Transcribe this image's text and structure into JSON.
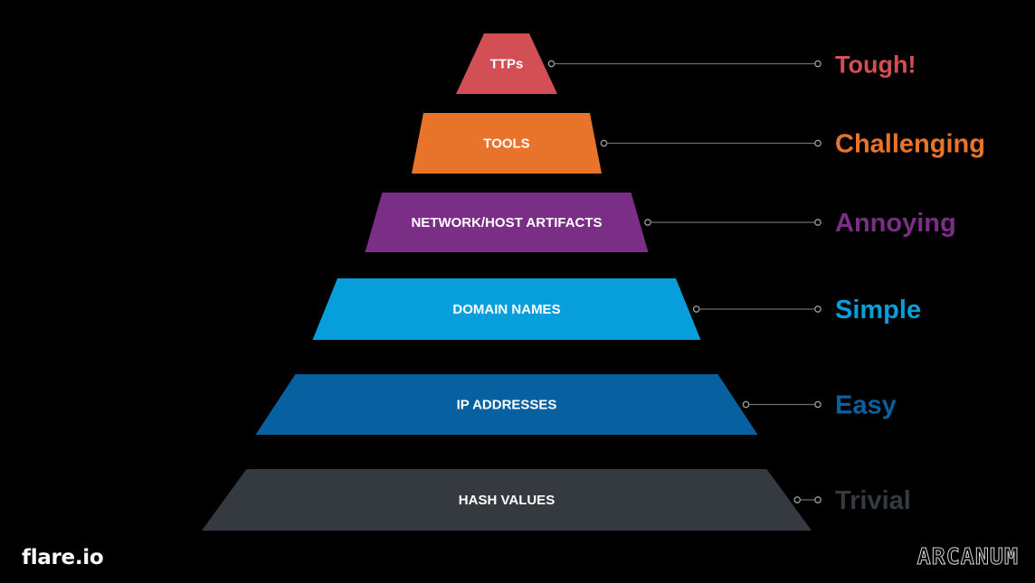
{
  "diagram": {
    "levels": [
      {
        "label": "TTPs",
        "difficulty": "Tough!",
        "color": "#d14f55"
      },
      {
        "label": "TOOLS",
        "difficulty": "Challenging",
        "color": "#e8742b"
      },
      {
        "label": "NETWORK/HOST ARTIFACTS",
        "difficulty": "Annoying",
        "color": "#7b2e86"
      },
      {
        "label": "DOMAIN NAMES",
        "difficulty": "Simple",
        "color": "#069edb"
      },
      {
        "label": "IP ADDRESSES",
        "difficulty": "Easy",
        "color": "#0760a0"
      },
      {
        "label": "HASH VALUES",
        "difficulty": "Trivial",
        "color": "#353a40"
      }
    ]
  },
  "branding": {
    "left_logo": "flare.io",
    "right_logo": "ARCANUM"
  }
}
